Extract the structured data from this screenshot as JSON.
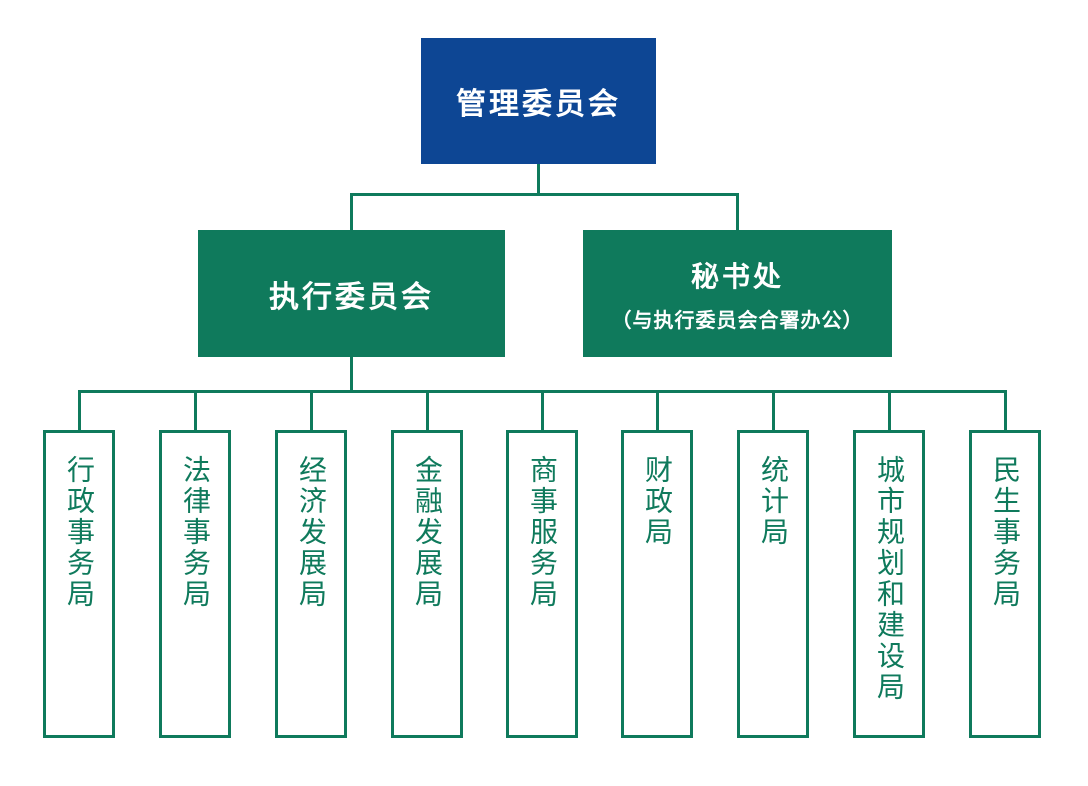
{
  "colors": {
    "root_fill": "#0d4694",
    "committee_fill": "#0f7a5c",
    "line_green": "#0f7a5c",
    "bureau_border": "#0f7a5c",
    "bureau_text": "#0f7a5c",
    "node_text": "#ffffff",
    "background": "#ffffff"
  },
  "org": {
    "root": {
      "label": "管理委员会"
    },
    "executive_committee": {
      "label": "执行委员会"
    },
    "secretariat": {
      "label": "秘书处",
      "sublabel": "（与执行委员会合署办公）"
    },
    "bureaus": [
      {
        "label": "行政事务局"
      },
      {
        "label": "法律事务局"
      },
      {
        "label": "经济发展局"
      },
      {
        "label": "金融发展局"
      },
      {
        "label": "商事服务局"
      },
      {
        "label": "财政局"
      },
      {
        "label": "统计局"
      },
      {
        "label": "城市规划和建设局"
      },
      {
        "label": "民生事务局"
      }
    ]
  }
}
